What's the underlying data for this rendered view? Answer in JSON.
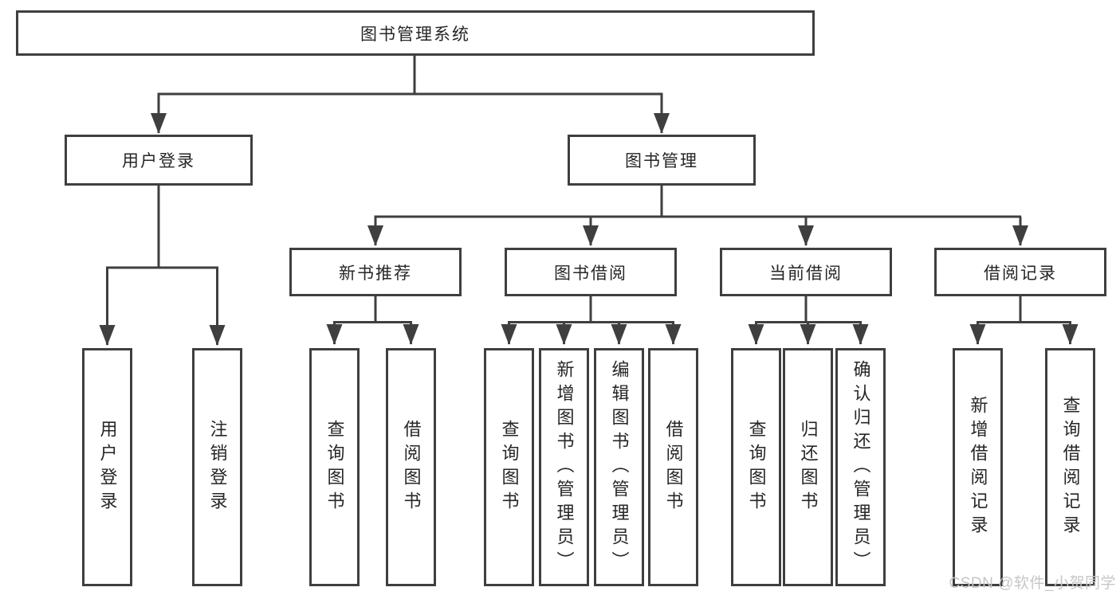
{
  "diagram": {
    "root": {
      "label": "图书管理系统"
    },
    "branches": [
      {
        "label": "用户登录",
        "children": [
          {
            "label": "用户登录"
          },
          {
            "label": "注销登录"
          }
        ]
      },
      {
        "label": "图书管理",
        "children": [
          {
            "label": "新书推荐",
            "children": [
              {
                "label": "查询图书"
              },
              {
                "label": "借阅图书"
              }
            ]
          },
          {
            "label": "图书借阅",
            "children": [
              {
                "label": "查询图书"
              },
              {
                "label": "新增图书（管理员）"
              },
              {
                "label": "编辑图书（管理员）"
              },
              {
                "label": "借阅图书"
              }
            ]
          },
          {
            "label": "当前借阅",
            "children": [
              {
                "label": "查询图书"
              },
              {
                "label": "归还图书"
              },
              {
                "label": "确认归还（管理员）"
              }
            ]
          },
          {
            "label": "借阅记录",
            "children": [
              {
                "label": "新增借阅记录"
              },
              {
                "label": "查询借阅记录"
              }
            ]
          }
        ]
      }
    ]
  },
  "watermark": {
    "text": "CSDN @软件_小贺同学"
  },
  "colors": {
    "line": "#3f3f3f",
    "text": "#262626",
    "background": "#ffffff",
    "watermark": "#c6c6c6"
  }
}
